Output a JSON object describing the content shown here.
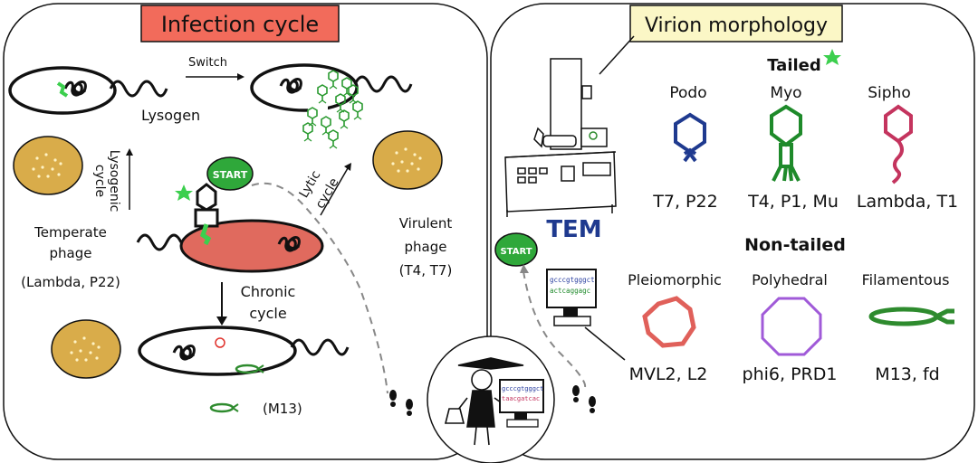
{
  "left_panel": {
    "title": "Infection cycle",
    "title_color": "#f26b5b",
    "labels": {
      "switch": "Switch",
      "lysogen": "Lysogen",
      "lysogenic_1": "Lysogenic",
      "lysogenic_2": "cycle",
      "lytic_1": "Lytic",
      "lytic_2": "cycle",
      "start": "START",
      "temperate_1": "Temperate",
      "temperate_2": "phage",
      "temperate_3": "(Lambda, P22)",
      "virulent_1": "Virulent",
      "virulent_2": "phage",
      "virulent_3": "(T4, T7)",
      "chronic_1": "Chronic",
      "chronic_2": "cycle",
      "m13": "(M13)"
    }
  },
  "right_panel": {
    "title": "Virion morphology",
    "title_color": "#fbf7c6",
    "tailed": "Tailed",
    "non_tailed": "Non-tailed",
    "tem": "TEM",
    "start": "START",
    "screen_text_1": "gcccgtgggct",
    "screen_text_2": "actcaggagc",
    "tailed_types": [
      {
        "name": "Podo",
        "examples": "T7, P22",
        "color": "#1f3a8f"
      },
      {
        "name": "Myo",
        "examples": "T4, P1, Mu",
        "color": "#1e8a2a"
      },
      {
        "name": "Sipho",
        "examples": "Lambda, T1",
        "color": "#c4345e"
      }
    ],
    "non_tailed_types": [
      {
        "name": "Pleiomorphic",
        "examples": "MVL2, L2",
        "color": "#e0605a"
      },
      {
        "name": "Polyhedral",
        "examples": "phi6, PRD1",
        "color": "#a05ad8"
      },
      {
        "name": "Filamentous",
        "examples": "M13, fd",
        "color": "#2e8b2e"
      }
    ]
  },
  "center": {
    "screen_text_1": "gcccgtgggct",
    "screen_text_2": "taacgatcac"
  },
  "colors": {
    "start_green": "#2fa83a",
    "star_green": "#3ccf4e",
    "cell_red": "#e06a5e",
    "plate": "#d9ac4a"
  }
}
